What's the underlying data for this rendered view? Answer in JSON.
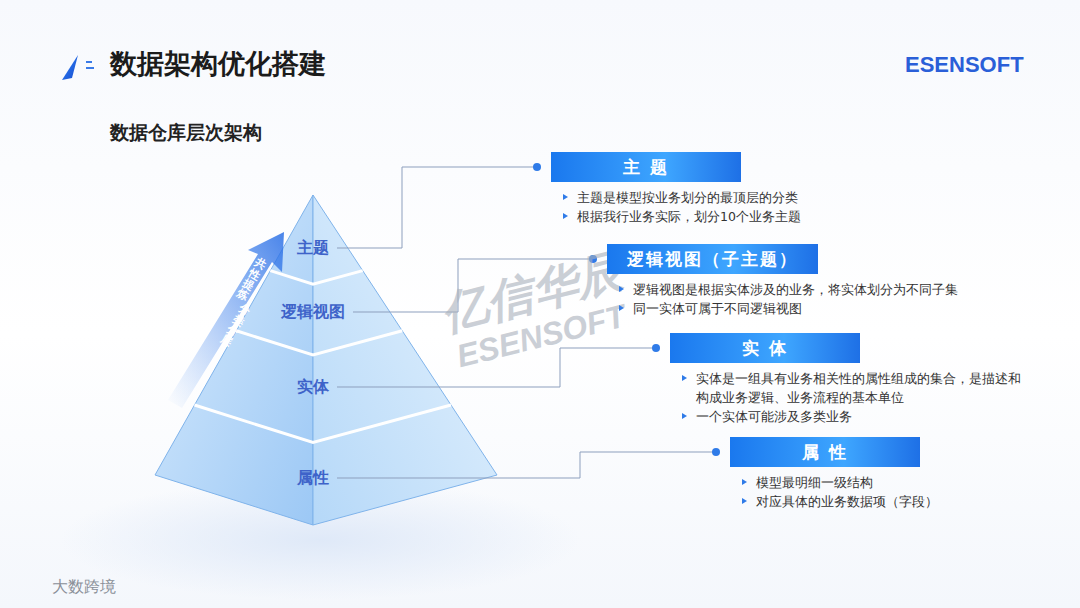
{
  "diagram": {
    "title": "数据架构优化搭建",
    "nodes": [
      {
        "text": [
          "主题"
        ]
      },
      {
        "text": [
          "逻辑视图"
        ]
      },
      {
        "text": [
          "实体"
        ]
      },
      {
        "text": [
          "属性"
        ]
      },
      {
        "text": [
          "主 题",
          "主题是模型按业务划分的最顶层的分类",
          "根据我行业务实际，划分10个业务主题"
        ]
      },
      {
        "text": [
          "逻辑视图（子主题）",
          "逻辑视图是根据实体涉及的业务，将实体划分为不同子集",
          "同一实体可属于不同逻辑视图"
        ]
      },
      {
        "text": [
          "实 体",
          "实体是一组具有业务相关性的属性组成的集合，是描述和构成业务逻辑、业务流程的基本单位",
          "一个实体可能涉及多类业务"
        ]
      },
      {
        "text": [
          "属 性",
          "模型最明细一级结构",
          "对应具体的业务数据项（字段）"
        ]
      }
    ],
    "edges": [
      {
        "from": 0,
        "to": 4,
        "arrow": "none"
      },
      {
        "from": 1,
        "to": 5,
        "arrow": "none"
      },
      {
        "from": 2,
        "to": 6,
        "arrow": "none"
      },
      {
        "from": 3,
        "to": 7,
        "arrow": "none"
      }
    ],
    "labels": [
      "ESENSOFT",
      "数据仓库层次架构",
      "共性提炼",
      "分类分层",
      "亿信华辰",
      "ESENSOFT",
      "大数跨境"
    ]
  }
}
